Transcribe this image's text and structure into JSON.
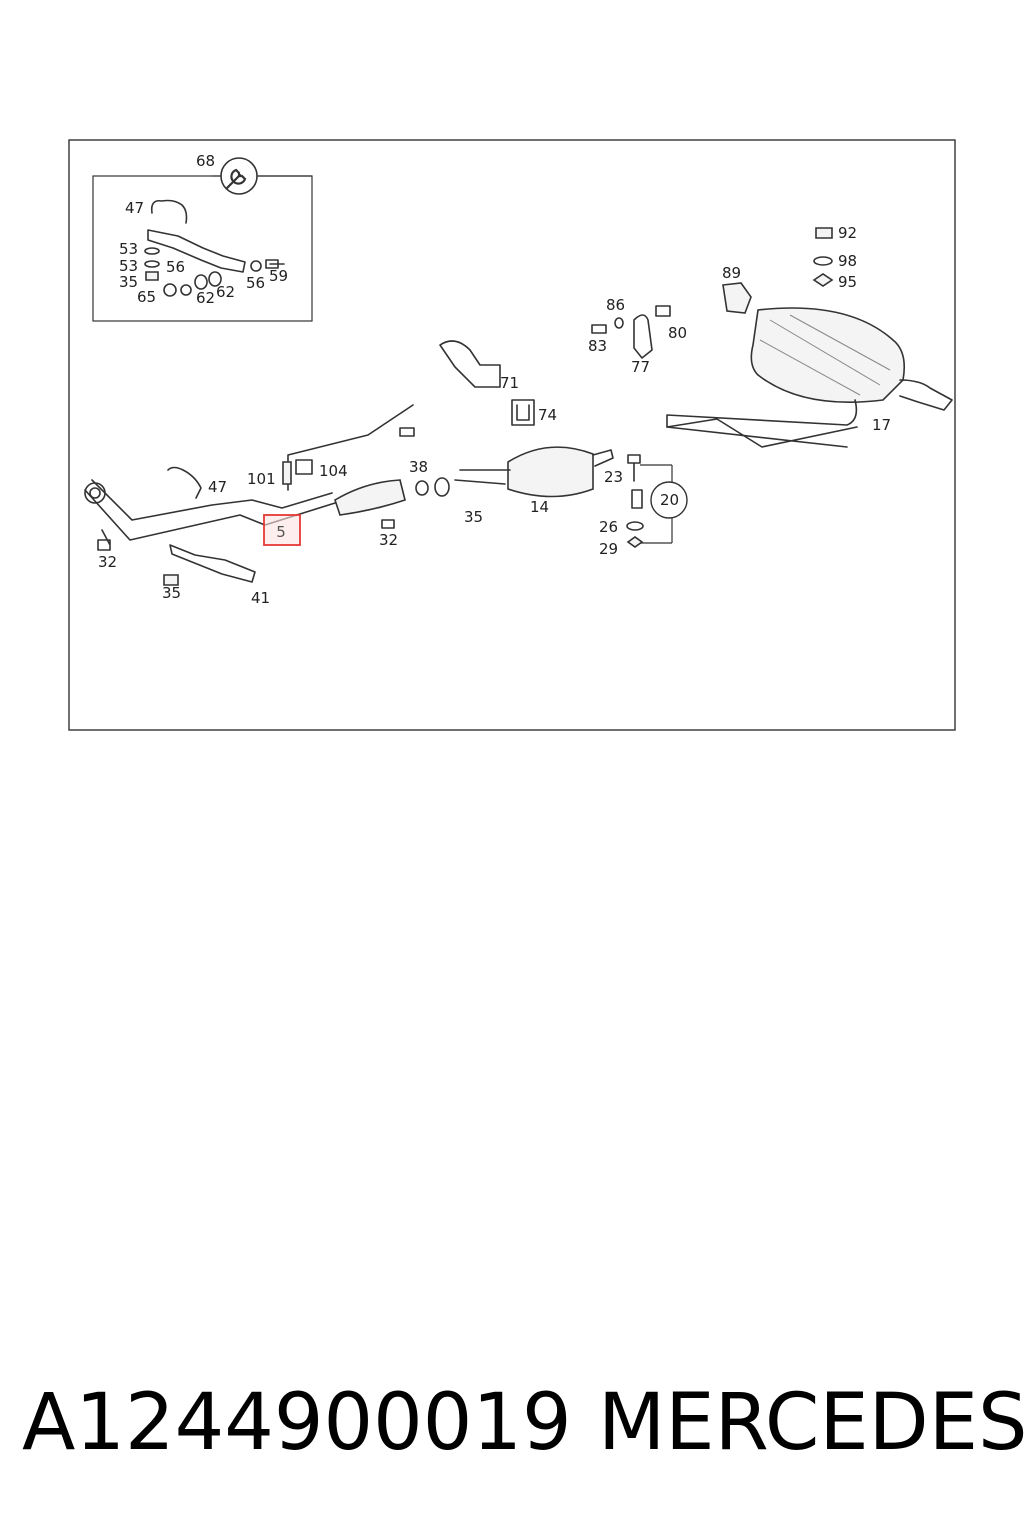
{
  "labels": {
    "l68": "68",
    "l47a": "47",
    "l53a": "53",
    "l53b": "53",
    "l56a": "56",
    "l35a": "35",
    "l65": "65",
    "l62a": "62",
    "l62b": "62",
    "l56b": "56",
    "l59": "59",
    "l92": "92",
    "l98": "98",
    "l95": "95",
    "l89": "89",
    "l86": "86",
    "l83": "83",
    "l80": "80",
    "l77": "77",
    "l71": "71",
    "l74": "74",
    "l17": "17",
    "l101": "101",
    "l104": "104",
    "l38": "38",
    "l47b": "47",
    "l35b": "35",
    "l14": "14",
    "l23": "23",
    "l20": "20",
    "l26": "26",
    "l29": "29",
    "l32a": "32",
    "l32b": "32",
    "l35c": "35",
    "l41": "41",
    "l5": "5"
  },
  "highlight": {
    "part": "5",
    "color": "#e53935"
  },
  "footer": {
    "part_number": "A1244900019",
    "manufacturer": "MERCEDES"
  },
  "icons": {
    "tool": "wrench-icon"
  }
}
